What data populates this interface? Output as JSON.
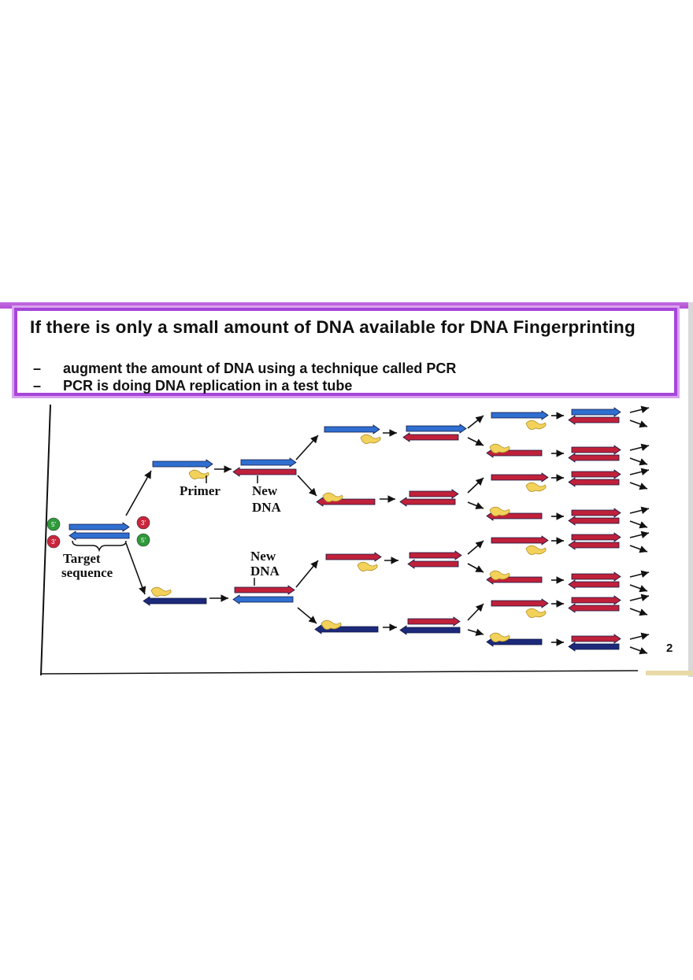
{
  "slide": {
    "title": "If there is only a small amount of DNA available for DNA Fingerprinting",
    "bullets": [
      {
        "dash": "–",
        "text_plain": "augment the amount of DNA using a technique called ",
        "text_bold": "PCR"
      },
      {
        "dash": "–",
        "text_plain": "PCR is doing DNA replication in a test tube",
        "text_bold": ""
      }
    ],
    "page_number": "2"
  },
  "diagram": {
    "labels": {
      "primer": "Primer",
      "new_dna_top_1": "New",
      "new_dna_top_2": "DNA",
      "new_dna_bottom_1": "New",
      "new_dna_bottom_2": "DNA",
      "target_1": "Target",
      "target_2": "sequence"
    },
    "end_marks": {
      "five_prime": "5'",
      "three_prime": "3'"
    },
    "colors": {
      "template_blue": "#2f6fd0",
      "template_dark": "#1d2a7a",
      "new_red": "#c0213a",
      "primer_yellow": "#f2d25a",
      "marker_green": "#2e9a3a",
      "marker_red": "#c8263c",
      "frame_purple": "#a646d8"
    }
  }
}
